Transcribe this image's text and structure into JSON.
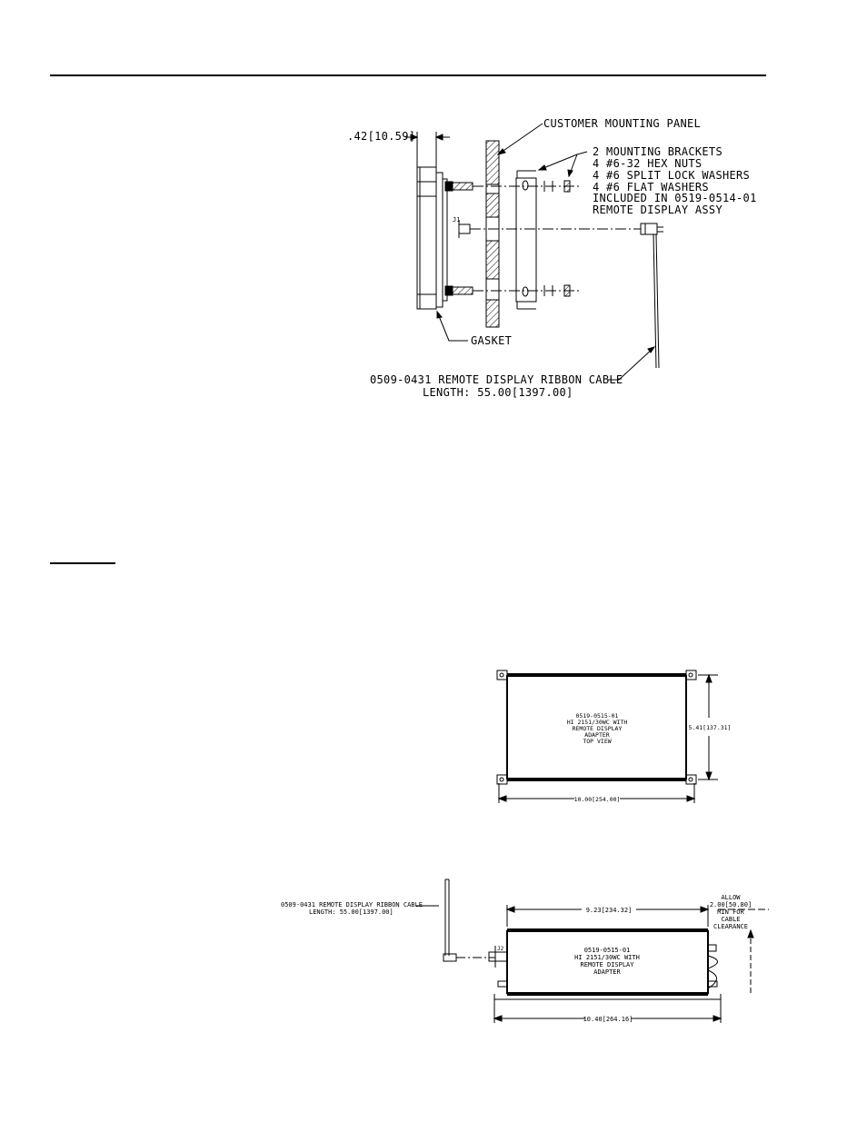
{
  "figure1": {
    "dim_depth": ".42[10.59]",
    "panel_label": "CUSTOMER MOUNTING PANEL",
    "hardware_lines": [
      "2 MOUNTING BRACKETS",
      "4 #6-32 HEX NUTS",
      "4 #6 SPLIT LOCK WASHERS",
      "4 #6 FLAT WASHERS",
      "INCLUDED IN 0519-0514-01",
      "REMOTE DISPLAY ASSY"
    ],
    "connector_label": "J1",
    "gasket_label": "GASKET",
    "cable_label_1": "0509-0431 REMOTE DISPLAY RIBBON CABLE",
    "cable_label_2": "LENGTH: 55.00[1397.00]"
  },
  "figure2": {
    "body_lines": [
      "0519-0515-01",
      "HI 2151/30WC WITH",
      "REMOTE DISPLAY",
      "ADAPTER",
      "TOP VIEW"
    ],
    "dim_height": "5.41[137.31]",
    "dim_width": "10.00[254.00]"
  },
  "figure3": {
    "cable_label_1": "0509-0431  REMOTE DISPLAY  RIBBON CABLE",
    "cable_label_2": "LENGTH: 55.00[1397.00]",
    "connector_label": "J2",
    "dim_top": "9.23[234.32]",
    "allow_lines": [
      "ALLOW",
      "2.00[50.80]",
      "MIN FOR",
      "CABLE",
      "CLEARANCE"
    ],
    "body_lines": [
      "0519-0515-01",
      "HI 2151/30WC WITH",
      "REMOTE DISPLAY",
      "ADAPTER"
    ],
    "dim_bottom": "10.40[264.16]"
  }
}
